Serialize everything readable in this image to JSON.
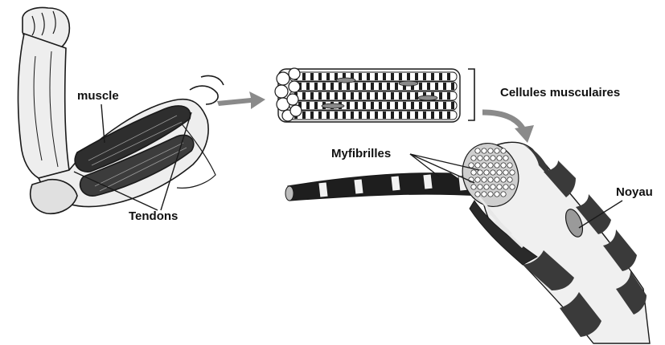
{
  "labels": {
    "muscle": "muscle",
    "tendons": "Tendons",
    "cells": "Cellules musculaires",
    "myofibrils": "Myfibrilles",
    "nucleus": "Noyau"
  },
  "colors": {
    "ink": "#1a1a1a",
    "skin": "#e8e8e8",
    "dark_band": "#3a3a3a",
    "light_band": "#f2f2f2",
    "arrow": "#8a8a8a"
  },
  "icons": {
    "arm": "flexed-arm-illustration",
    "bundle": "muscle-fiber-bundle",
    "fiber": "muscle-cell-cutaway",
    "myofibril": "single-myofibril"
  }
}
